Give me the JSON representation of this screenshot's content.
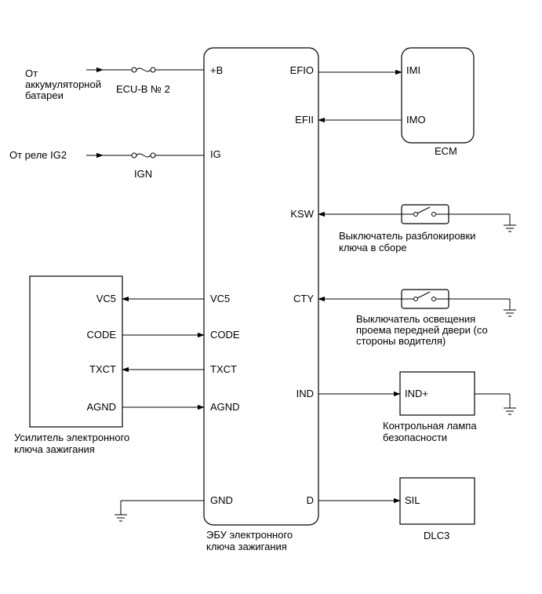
{
  "sources": {
    "battery": [
      "От",
      "аккумуляторной",
      "батареи"
    ],
    "ig2": "От реле IG2"
  },
  "fuses": {
    "ecu_b": "ECU-B № 2",
    "ign": "IGN"
  },
  "main_ecu": {
    "caption": [
      "ЭБУ электронного",
      "ключа зажигания"
    ],
    "pins_left": [
      "+B",
      "IG",
      "VC5",
      "CODE",
      "TXCT",
      "AGND",
      "GND"
    ],
    "pins_right": [
      "EFIO",
      "EFII",
      "KSW",
      "CTY",
      "IND",
      "D"
    ]
  },
  "ecm": {
    "label": "ECM",
    "pins": [
      "IMI",
      "IMO"
    ]
  },
  "amplifier": {
    "caption": [
      "Усилитель электронного",
      "ключа зажигания"
    ],
    "pins": [
      "VC5",
      "CODE",
      "TXCT",
      "AGND"
    ]
  },
  "switches": {
    "ksw": [
      "Выключатель разблокировки",
      "ключа в сборе"
    ],
    "cty": [
      "Выключатель освещения",
      "проема передней двери (со",
      "стороны водителя)"
    ]
  },
  "indicator": {
    "pin": "IND+",
    "caption": [
      "Контрольная лампа",
      "безопасности"
    ]
  },
  "dlc3": {
    "label": "DLC3",
    "pin": "SIL"
  }
}
